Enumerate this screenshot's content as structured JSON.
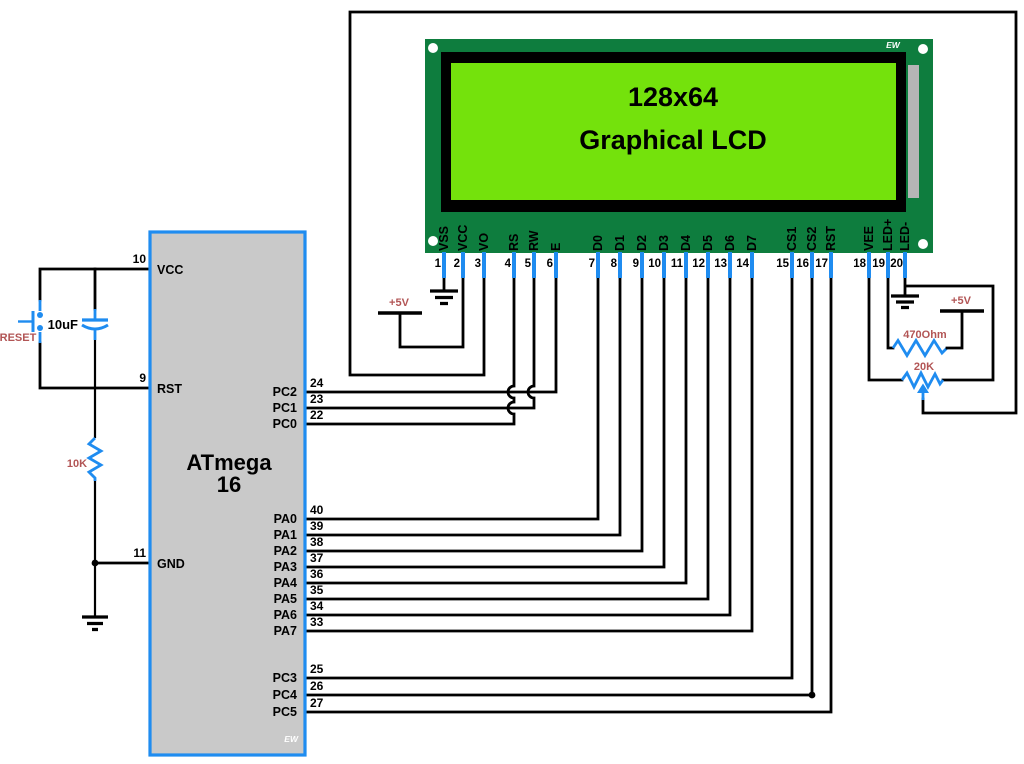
{
  "diagram": {
    "type": "circuit-schematic",
    "subject": "ATmega16 microcontroller interfaced to a 128x64 graphical LCD"
  },
  "colors": {
    "wire_black": "#000000",
    "component_blue": "#1f8cf0",
    "annotation_red": "#b25555",
    "board_green": "#0e7d3e",
    "screen_green": "#74e20c",
    "strip_gray": "#b5b5b5",
    "chip_gray": "#c9c9c9",
    "chip_border_blue": "#1f8cf0",
    "hole_white": "#ffffff"
  },
  "lcd": {
    "screen_line1": "128x64",
    "screen_line2": "Graphical LCD",
    "watermark": "EW",
    "pins": [
      {
        "num": "1",
        "label": "VSS"
      },
      {
        "num": "2",
        "label": "VCC"
      },
      {
        "num": "3",
        "label": "VO"
      },
      {
        "num": "4",
        "label": "RS"
      },
      {
        "num": "5",
        "label": "RW"
      },
      {
        "num": "6",
        "label": "E"
      },
      {
        "num": "7",
        "label": "D0"
      },
      {
        "num": "8",
        "label": "D1"
      },
      {
        "num": "9",
        "label": "D2"
      },
      {
        "num": "10",
        "label": "D3"
      },
      {
        "num": "11",
        "label": "D4"
      },
      {
        "num": "12",
        "label": "D5"
      },
      {
        "num": "13",
        "label": "D6"
      },
      {
        "num": "14",
        "label": "D7"
      },
      {
        "num": "15",
        "label": "CS1"
      },
      {
        "num": "16",
        "label": "CS2"
      },
      {
        "num": "17",
        "label": "RST"
      },
      {
        "num": "18",
        "label": "VEE"
      },
      {
        "num": "19",
        "label": "LED+"
      },
      {
        "num": "20",
        "label": "LED-"
      }
    ]
  },
  "mcu": {
    "name_line1": "ATmega",
    "name_line2": "16",
    "watermark": "EW",
    "left_pins": [
      {
        "num": "10",
        "label": "VCC"
      },
      {
        "num": "9",
        "label": "RST"
      },
      {
        "num": "11",
        "label": "GND"
      }
    ],
    "right_pins": [
      {
        "num": "24",
        "label": "PC2"
      },
      {
        "num": "23",
        "label": "PC1"
      },
      {
        "num": "22",
        "label": "PC0"
      },
      {
        "num": "40",
        "label": "PA0"
      },
      {
        "num": "39",
        "label": "PA1"
      },
      {
        "num": "38",
        "label": "PA2"
      },
      {
        "num": "37",
        "label": "PA3"
      },
      {
        "num": "36",
        "label": "PA4"
      },
      {
        "num": "35",
        "label": "PA5"
      },
      {
        "num": "34",
        "label": "PA6"
      },
      {
        "num": "33",
        "label": "PA7"
      },
      {
        "num": "25",
        "label": "PC3"
      },
      {
        "num": "26",
        "label": "PC4"
      },
      {
        "num": "27",
        "label": "PC5"
      }
    ]
  },
  "components": {
    "reset_button_label": "RESET",
    "capacitor_label": "10uF",
    "pullup_resistor_label": "10K",
    "supply_left_label": "+5V",
    "supply_right_label": "+5V",
    "backlight_resistor_label": "470Ohm",
    "contrast_pot_label": "20K"
  }
}
